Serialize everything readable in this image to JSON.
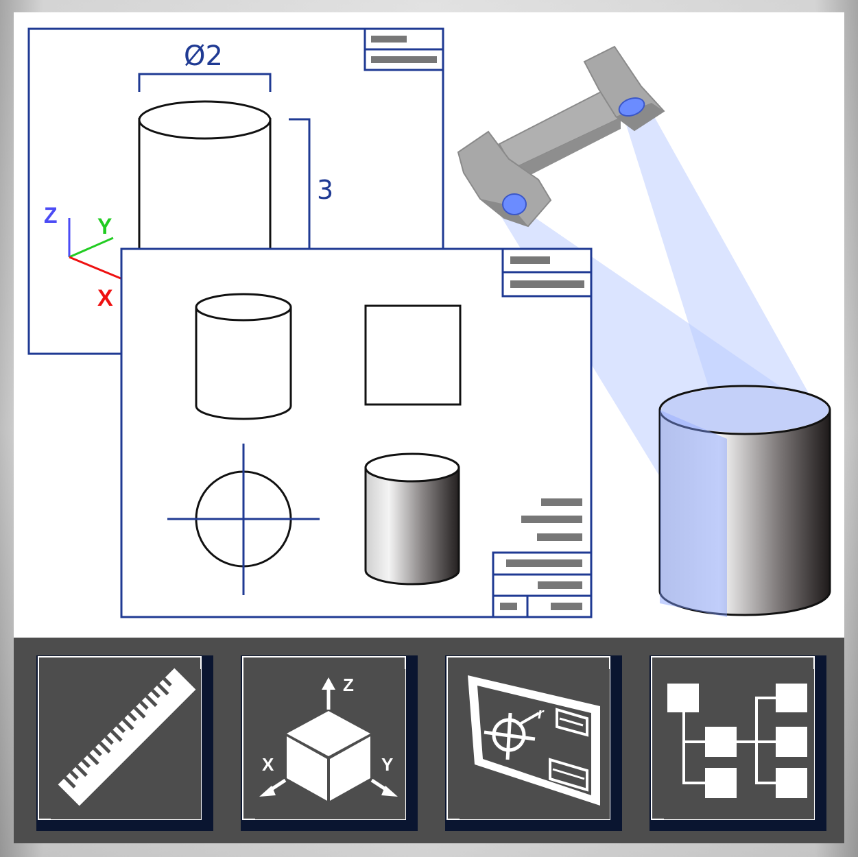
{
  "colors": {
    "frame_blue": "#1f3a93",
    "toolbar_bg": "#4d4d4d",
    "tool_shadow": "#0a1530",
    "beam": "#9db6ff",
    "scanner_gray": "#a9a9a9",
    "lens": "#6b8cff",
    "axis_z": "#4b4bf5",
    "axis_y": "#22cc22",
    "axis_x": "#ee1111",
    "bar_gray": "#777777"
  },
  "drawing_back": {
    "diameter_label": "Ø2",
    "height_label": "3"
  },
  "axis_triad": {
    "z_label": "Z",
    "y_label": "Y",
    "x_label": "X"
  },
  "toolbar": {
    "items": [
      {
        "name": "measure-tool",
        "icon": "ruler-icon"
      },
      {
        "name": "coordinate-system-tool",
        "icon": "cube-axes-icon",
        "x_label": "X",
        "y_label": "Y",
        "z_label": "Z"
      },
      {
        "name": "drawing-tool",
        "icon": "technical-drawing-icon",
        "r_label": "r"
      },
      {
        "name": "hierarchy-tool",
        "icon": "tree-hierarchy-icon"
      }
    ]
  }
}
